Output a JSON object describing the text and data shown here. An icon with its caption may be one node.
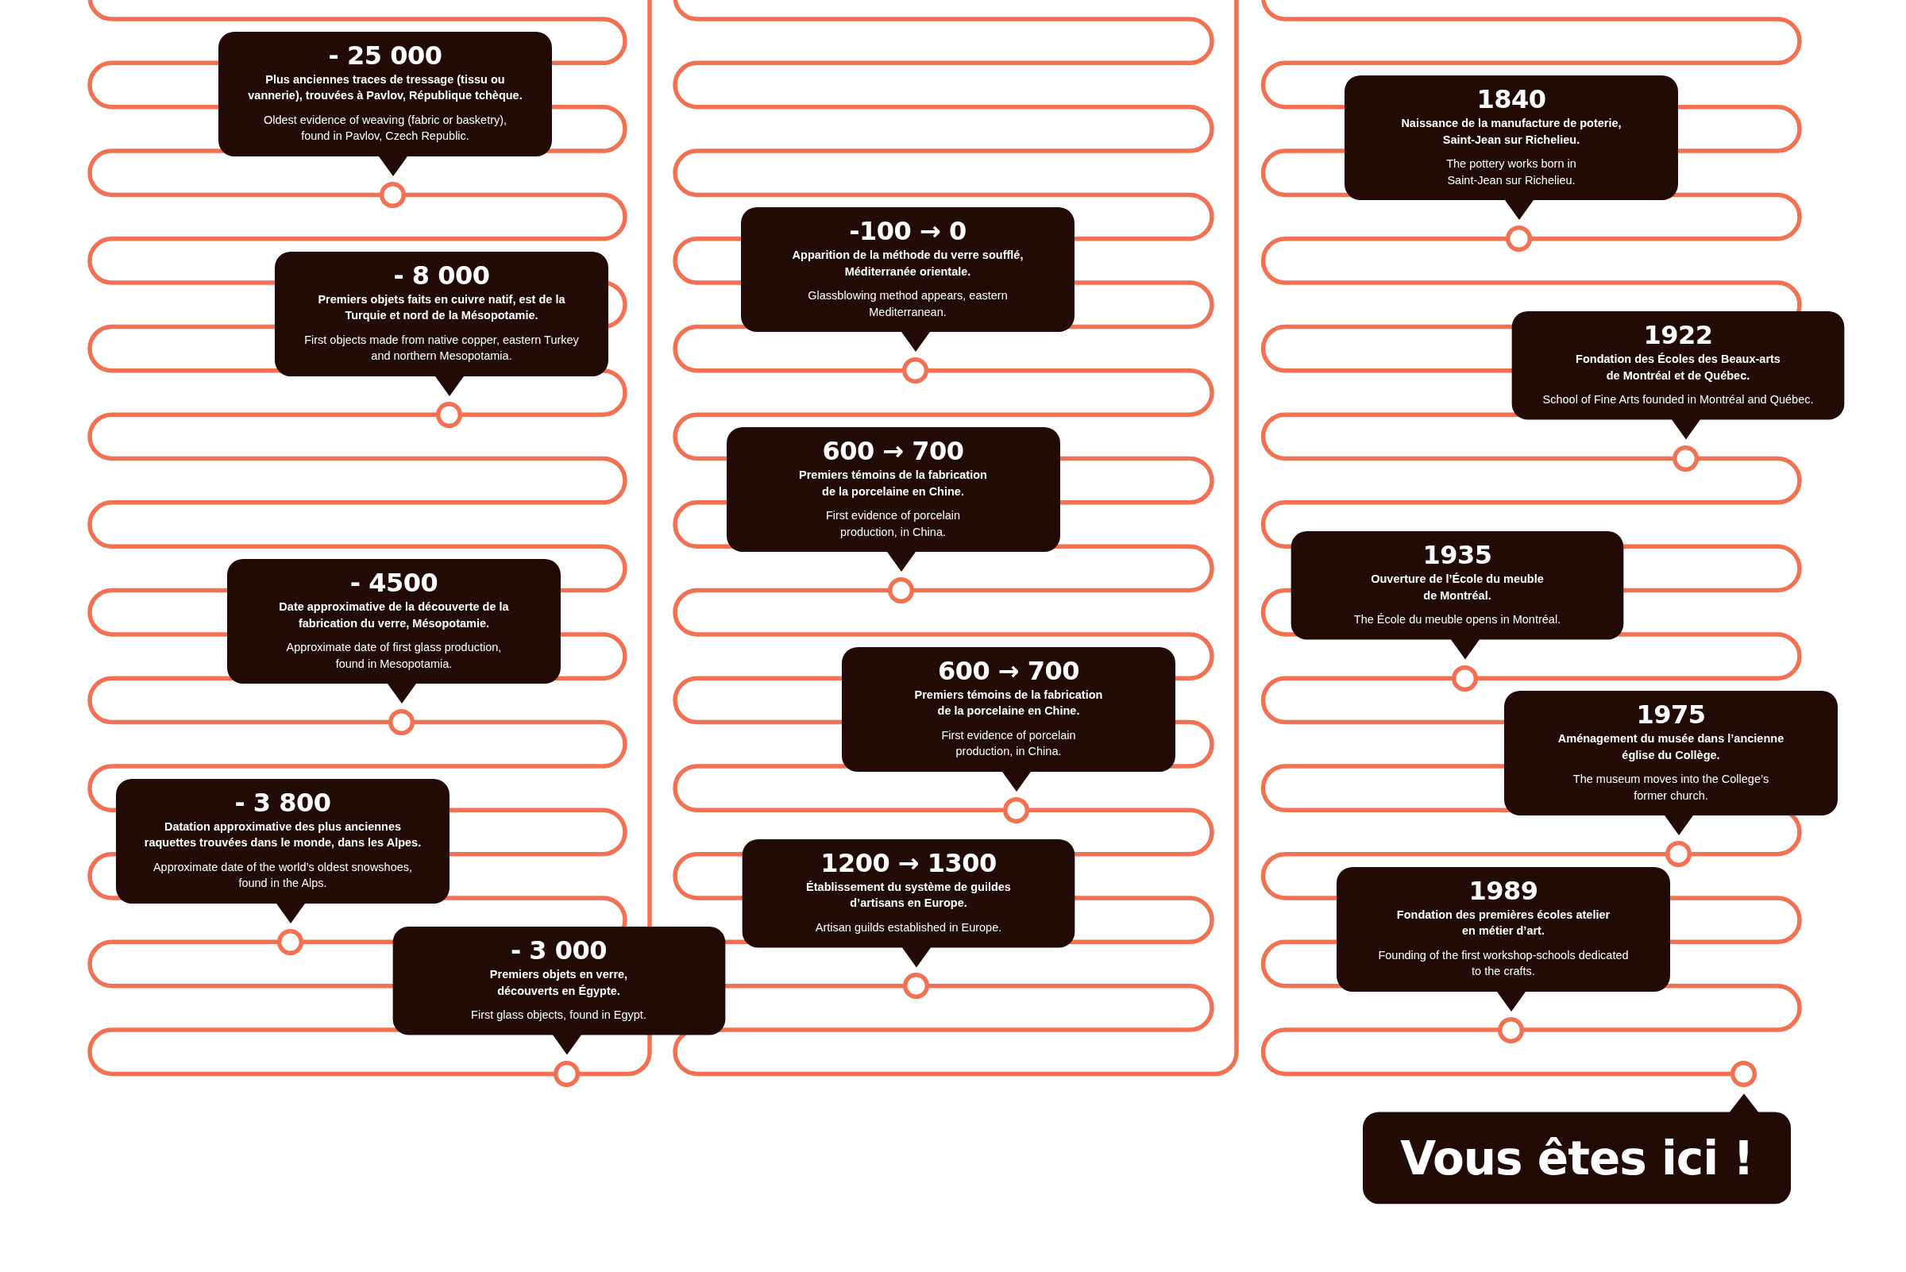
{
  "diagram": {
    "nodes": [
      {
        "text": [
          "- 25 000",
          "Plus anciennes traces de tressage (tissu ou vannerie), trouvées à Pavlov, République tchèque.",
          "Oldest evidence of weaving (fabric or basketry), found in Pavlov, Czech Republic."
        ]
      },
      {
        "text": [
          "- 8 000",
          "Premiers objets faits en cuivre natif, est de la Turquie et nord de la Mésopotamie.",
          "First objects made from native copper, eastern Turkey and northern Mesopotamia."
        ]
      },
      {
        "text": [
          "- 4500",
          "Date approximative de la découverte de la fabrication du verre, Mésopotamie.",
          "Approximate date of first glass production, found in Mesopotamia."
        ]
      },
      {
        "text": [
          "- 3 800",
          "Datation approximative des plus anciennes raquettes trouvées dans le monde, dans les Alpes.",
          "Approximate date of the world’s oldest snowshoes, found in the Alps."
        ]
      },
      {
        "text": [
          "- 3 000",
          "Premiers objets en verre, découverts en Égypte.",
          "First glass objects, found in Egypt."
        ]
      },
      {
        "text": [
          "-100 → 0",
          "Apparition de la méthode du verre soufflé, Méditerranée orientale.",
          "Glassblowing method appears, eastern Mediterranean."
        ]
      },
      {
        "text": [
          "600 → 700",
          "Premiers témoins de la fabrication de la porcelaine en Chine.",
          "First evidence of porcelain production, in China."
        ]
      },
      {
        "text": [
          "600 → 700",
          "Premiers témoins de la fabrication de la porcelaine en Chine.",
          "First evidence of porcelain production, in China."
        ]
      },
      {
        "text": [
          "1200 → 1300",
          "Établissement du système de guildes d’artisans en Europe.",
          "Artisan guilds established in Europe."
        ]
      },
      {
        "text": [
          "1840",
          "Naissance de la manufacture de poterie, Saint-Jean sur Richelieu.",
          "The pottery works born in Saint-Jean sur Richelieu."
        ]
      },
      {
        "text": [
          "1922",
          "Fondation des Écoles des Beaux-arts de Montréal et de Québec.",
          "School of Fine Arts founded in Montréal and Québec."
        ]
      },
      {
        "text": [
          "1935",
          "Ouverture de l’École du meuble de Montréal.",
          "The École du meuble opens in Montréal."
        ]
      },
      {
        "text": [
          "1975",
          "Aménagement du musée dans l’ancienne église du Collège.",
          "The museum moves into the College’s former church."
        ]
      },
      {
        "text": [
          "1989",
          "Fondation des premières écoles atelier en métier d’art.",
          "Founding of the first workshop-schools dedicated to the crafts."
        ]
      },
      {
        "text": [
          "Vous êtes ici !"
        ]
      }
    ]
  }
}
